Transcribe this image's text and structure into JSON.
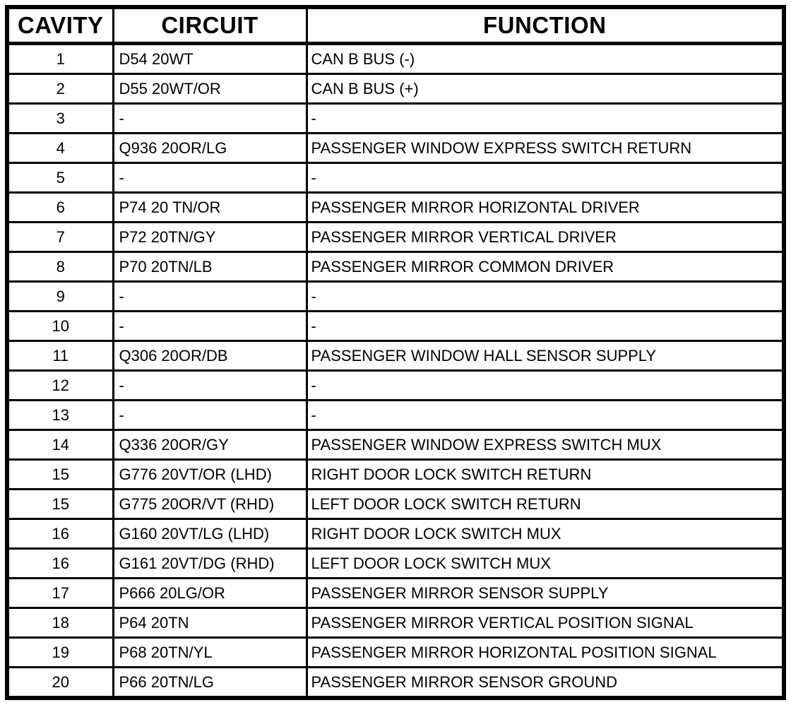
{
  "colors": {
    "border": "#000000",
    "background": "#ffffff",
    "text": "#000000"
  },
  "table": {
    "columns": [
      "CAVITY",
      "CIRCUIT",
      "FUNCTION"
    ],
    "rows": [
      {
        "cavity": "1",
        "circuit": "D54 20WT",
        "function": "CAN B BUS (-)"
      },
      {
        "cavity": "2",
        "circuit": "D55 20WT/OR",
        "function": "CAN B BUS (+)"
      },
      {
        "cavity": "3",
        "circuit": "-",
        "function": "-"
      },
      {
        "cavity": "4",
        "circuit": "Q936 20OR/LG",
        "function": "PASSENGER WINDOW EXPRESS SWITCH RETURN"
      },
      {
        "cavity": "5",
        "circuit": "-",
        "function": "-"
      },
      {
        "cavity": "6",
        "circuit": "P74 20 TN/OR",
        "function": "PASSENGER MIRROR HORIZONTAL DRIVER"
      },
      {
        "cavity": "7",
        "circuit": "P72 20TN/GY",
        "function": "PASSENGER MIRROR VERTICAL DRIVER"
      },
      {
        "cavity": "8",
        "circuit": "P70 20TN/LB",
        "function": "PASSENGER MIRROR COMMON DRIVER"
      },
      {
        "cavity": "9",
        "circuit": "-",
        "function": "-"
      },
      {
        "cavity": "10",
        "circuit": "-",
        "function": "-"
      },
      {
        "cavity": "11",
        "circuit": "Q306 20OR/DB",
        "function": "PASSENGER WINDOW HALL SENSOR SUPPLY"
      },
      {
        "cavity": "12",
        "circuit": "-",
        "function": "-"
      },
      {
        "cavity": "13",
        "circuit": "-",
        "function": "-"
      },
      {
        "cavity": "14",
        "circuit": "Q336 20OR/GY",
        "function": "PASSENGER WINDOW EXPRESS SWITCH MUX"
      },
      {
        "cavity": "15",
        "circuit": "G776 20VT/OR (LHD)",
        "function": "RIGHT DOOR LOCK SWITCH RETURN"
      },
      {
        "cavity": "15",
        "circuit": "G775 20OR/VT (RHD)",
        "function": "LEFT DOOR LOCK SWITCH RETURN"
      },
      {
        "cavity": "16",
        "circuit": "G160 20VT/LG (LHD)",
        "function": "RIGHT DOOR LOCK SWITCH MUX"
      },
      {
        "cavity": "16",
        "circuit": "G161 20VT/DG (RHD)",
        "function": "LEFT DOOR LOCK SWITCH MUX"
      },
      {
        "cavity": "17",
        "circuit": "P666 20LG/OR",
        "function": "PASSENGER MIRROR SENSOR SUPPLY"
      },
      {
        "cavity": "18",
        "circuit": "P64 20TN",
        "function": "PASSENGER MIRROR VERTICAL POSITION SIGNAL"
      },
      {
        "cavity": "19",
        "circuit": "P68 20TN/YL",
        "function": "PASSENGER MIRROR HORIZONTAL POSITION SIGNAL"
      },
      {
        "cavity": "20",
        "circuit": "P66 20TN/LG",
        "function": "PASSENGER MIRROR SENSOR GROUND"
      }
    ]
  }
}
